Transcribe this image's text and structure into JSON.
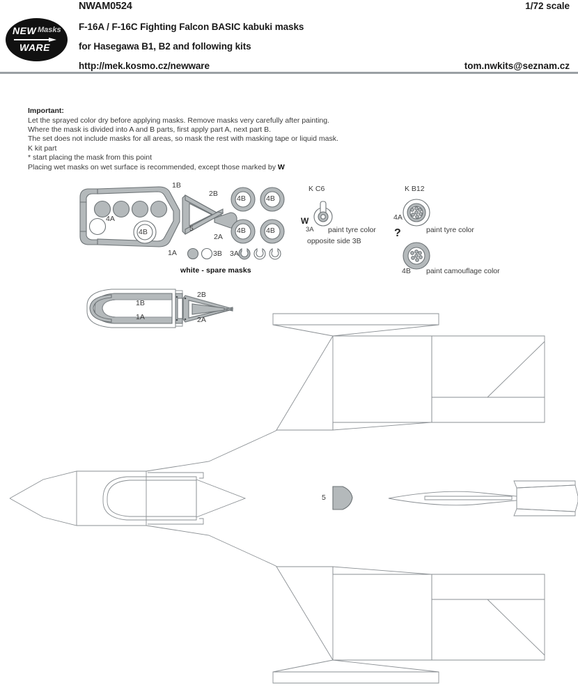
{
  "header": {
    "product_code": "NWAM0524",
    "scale": "1/72 scale",
    "title_line1": "F-16A / F-16C Fighting Falcon BASIC  kabuki masks",
    "title_line2": "for Hasegawa B1, B2 and following kits",
    "website": "http://mek.kosmo.cz/newware",
    "email": "tom.nwkits@seznam.cz",
    "logo": {
      "new": "NEW",
      "masks": "Masks",
      "ware": "WARE"
    }
  },
  "important": {
    "heading": "Important:",
    "lines": [
      "Let the sprayed color dry before applying masks. Remove masks very carefully after painting.",
      "Where the mask is divided into A and B parts, first apply part A, next part B.",
      "The set does not include masks for all areas, so mask the rest with masking tape or liquid mask.",
      "K  kit part",
      "*  start placing the mask from this point",
      "Placing wet masks on wet surface is recommended, except those marked by"
    ],
    "wet_mark": "W"
  },
  "mask_sheet": {
    "labels": {
      "frame_top": "1B",
      "frame_bottom": "1A",
      "wedge_top": "2B",
      "wedge_bottom": "2A",
      "wedge_inner": "5",
      "white_circle": "4A",
      "ring_circle": "4B",
      "wheel_masks": [
        "4B",
        "4B",
        "4B",
        "4B"
      ],
      "spare_pair": "3B",
      "crescents": "3A"
    },
    "spare_note": "white - spare masks"
  },
  "legend": {
    "gear": {
      "part": "K C6",
      "wet_symbol": "W",
      "mask_id": "3A",
      "note_line1": "paint tyre color",
      "note_line2": "opposite side 3B"
    },
    "wheel": {
      "part": "K B12",
      "question": "?",
      "option_a_id": "4A",
      "option_a_note": "paint tyre color",
      "option_b_id": "4B",
      "option_b_note": "paint camouflage color"
    }
  },
  "canopy_detail": {
    "labels": {
      "canopy_rear": "1B",
      "canopy_front": "1A",
      "windscreen_top": "2B",
      "windscreen_bottom": "2A"
    }
  },
  "aircraft_plan": {
    "labels": {
      "nose_mask": "5"
    }
  },
  "colors": {
    "mask_fill": "#b4b9bb",
    "mask_stroke": "#6d7376",
    "line": "#8a8f93",
    "text": "#3a3a3a",
    "logo_bg": "#111111"
  }
}
